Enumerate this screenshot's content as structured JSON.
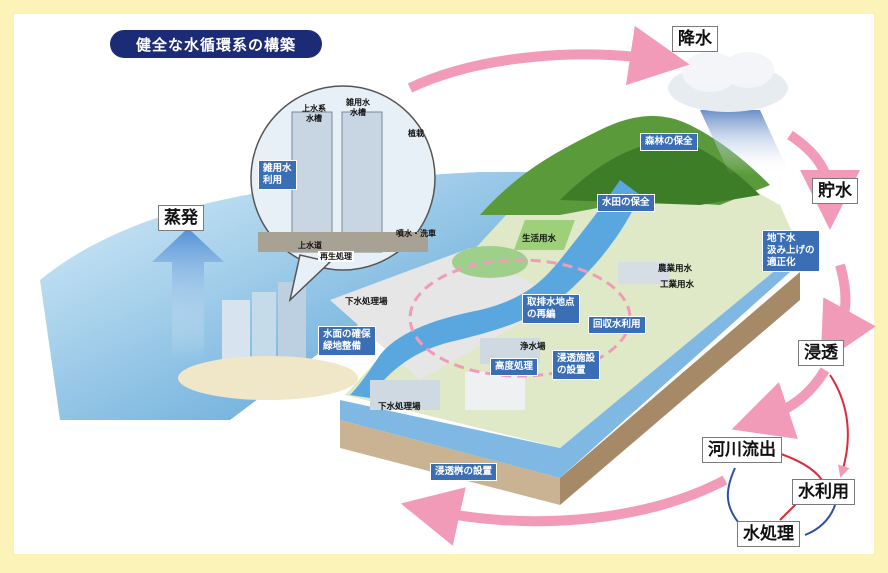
{
  "title": "健全な水循環系の構築",
  "cycle": {
    "rain": "降水",
    "storage": "貯水",
    "infiltration": "浸透",
    "river_outflow": "河川流出",
    "water_use": "水利用",
    "water_treatment": "水処理",
    "evaporation": "蒸発"
  },
  "blue_labels": {
    "forest": "森林の保全",
    "paddy": "水田の保全",
    "groundwater": "地下水\n汲み上げの\n適正化",
    "intake": "取排水地点\nの再編",
    "recovered": "回収水利用",
    "waterfront": "水面の確保\n緑地整備",
    "advanced": "高度処理",
    "facility": "浸透施設\nの設置",
    "inlet": "浸透桝の設置",
    "misc_use": "雑用水\n利用"
  },
  "plain_labels": {
    "domestic": "生活用水",
    "agri": "農業用水",
    "industrial": "工業用水",
    "sewage1": "下水処理場",
    "sewage2": "下水処理場",
    "purify": "浄水場",
    "upper_tank": "上水系\n水槽",
    "misc_tank": "雑用水\n水槽",
    "planting": "植栽",
    "water_main": "上水道",
    "recycle": "再生処理",
    "spray": "噴水・洗車"
  },
  "colors": {
    "background": "#fbf3b8",
    "arrow_pink": "#f29bb8",
    "label_blue": "#3a6fb6",
    "title_navy": "#1c2b75",
    "small_arrow_red": "#d92b3a",
    "small_arrow_blue": "#2c4fa8"
  }
}
